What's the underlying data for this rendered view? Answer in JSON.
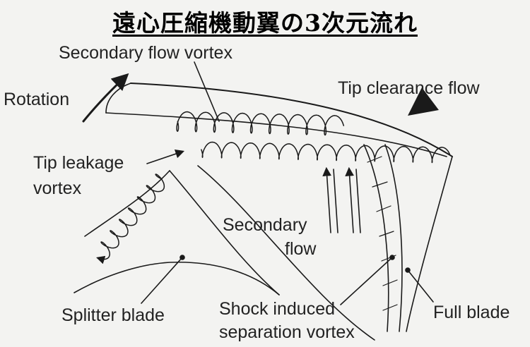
{
  "title": "遠心圧縮機動翼の3次元流れ",
  "labels": {
    "secondary_flow_vortex": "Secondary flow vortex",
    "rotation": "Rotation",
    "tip_clearance_flow": "Tip clearance flow",
    "tip_leakage_vortex_line1": "Tip leakage",
    "tip_leakage_vortex_line2": "vortex",
    "secondary_flow_line1": "Secondary",
    "secondary_flow_line2": "flow",
    "splitter_blade": "Splitter blade",
    "shock_line1": "Shock induced",
    "shock_line2": "separation vortex",
    "full_blade": "Full blade"
  },
  "colors": {
    "ink": "#1a1a1a",
    "background": "#f3f3f1"
  }
}
